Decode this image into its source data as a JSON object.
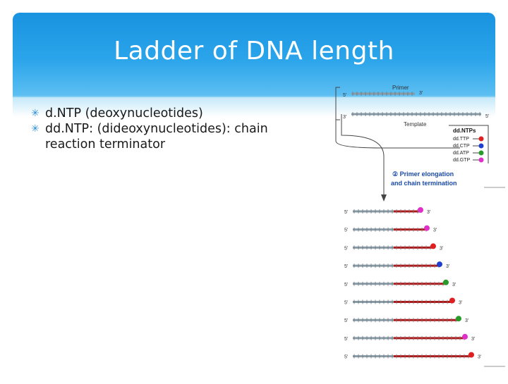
{
  "slide": {
    "title": "Ladder of DNA length",
    "bullets": [
      "d.NTP (deoxynucleotides)",
      "dd.NTP: (dideoxynucleotides): chain reaction terminator"
    ]
  },
  "figure": {
    "primer_label": "Primer",
    "template_label": "Template",
    "five_prime": "5'",
    "three_prime": "3'",
    "ddntps_title": "dd.NTPs",
    "ddntps": [
      {
        "label": "dd.TTP",
        "color": "#e02020"
      },
      {
        "label": "dd.CTP",
        "color": "#1f3fd0"
      },
      {
        "label": "dd.ATP",
        "color": "#2a9a2a"
      },
      {
        "label": "dd.GTP",
        "color": "#e030c8"
      }
    ],
    "step_label_line1": "② Primer elongation",
    "step_label_line2": "and chain termination",
    "fragments": [
      {
        "terminator": "#e030c8"
      },
      {
        "terminator": "#e030c8"
      },
      {
        "terminator": "#e02020"
      },
      {
        "terminator": "#1f3fd0"
      },
      {
        "terminator": "#2a9a2a"
      },
      {
        "terminator": "#e02020"
      },
      {
        "terminator": "#2a9a2a"
      },
      {
        "terminator": "#e030c8"
      },
      {
        "terminator": "#e02020"
      }
    ]
  }
}
